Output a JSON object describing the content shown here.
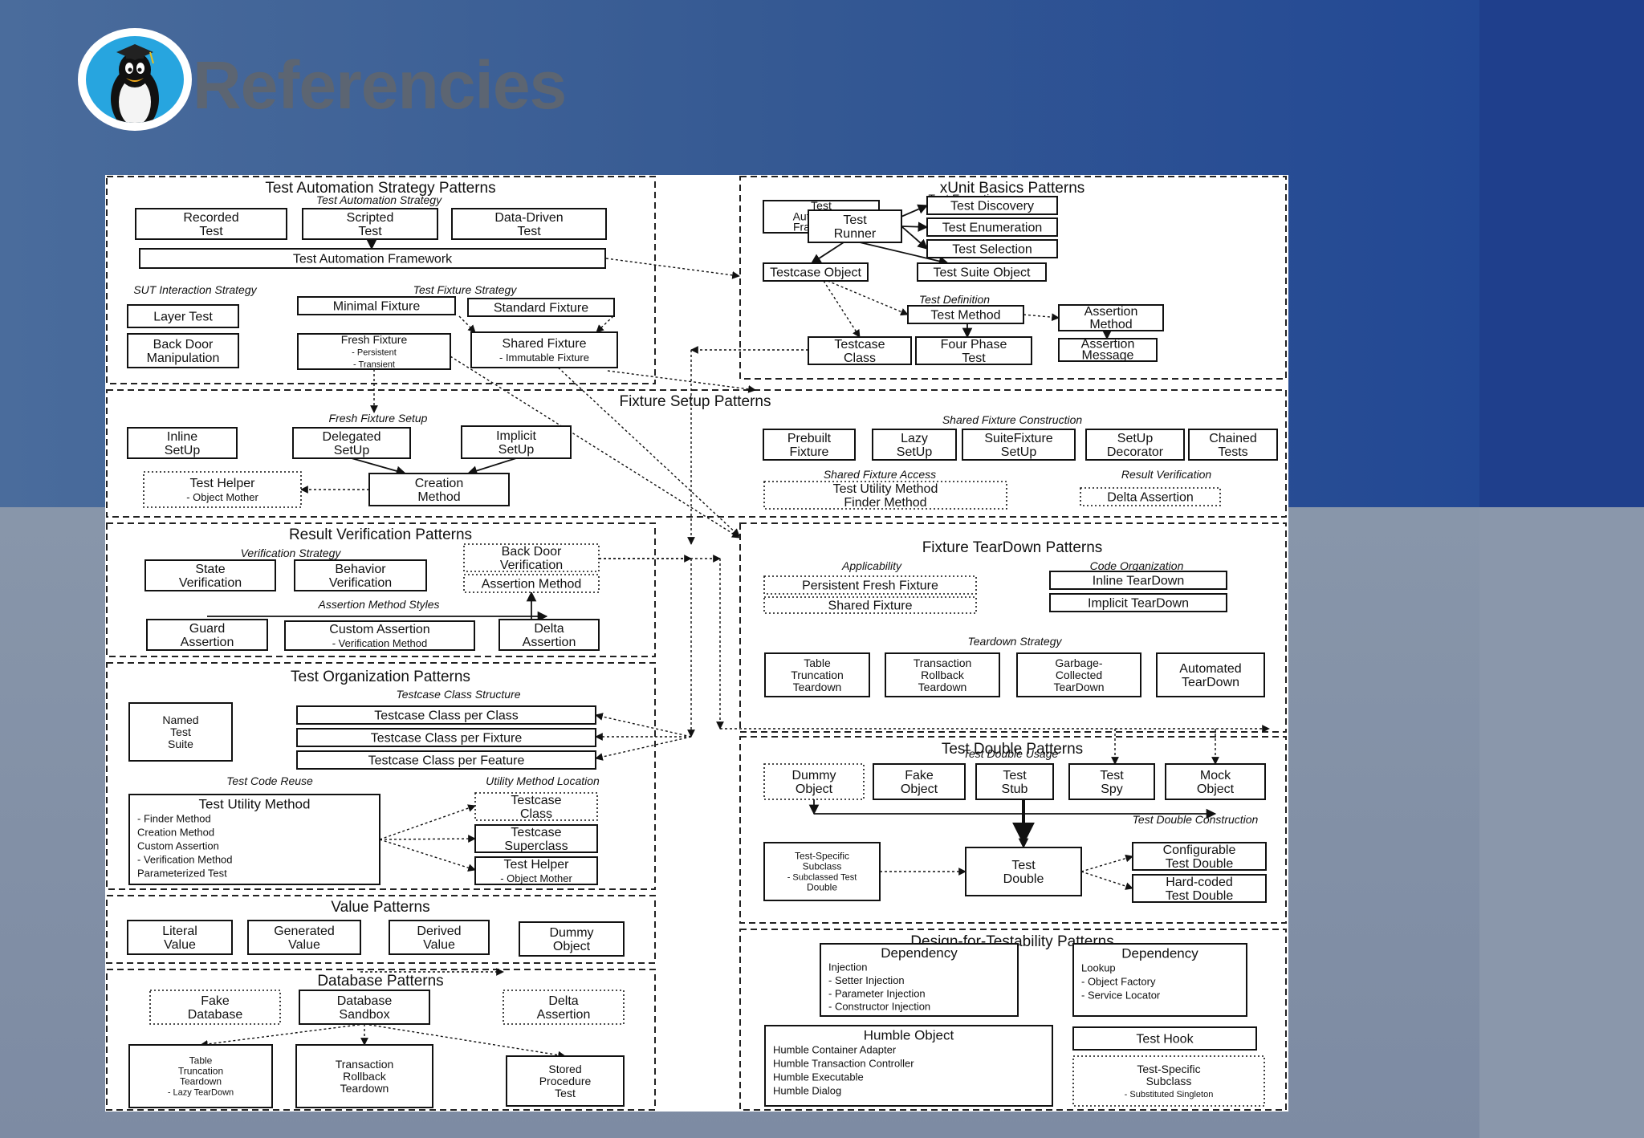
{
  "title": "Referencies",
  "logo": {
    "icon": "tux-penguin-icon"
  },
  "diagram": {
    "sections": [
      {
        "id": "tas",
        "title": "Test Automation Strategy Patterns"
      },
      {
        "id": "xub",
        "title": "xUnit Basics Patterns"
      },
      {
        "id": "fsp",
        "title": "Fixture Setup Patterns"
      },
      {
        "id": "rvp",
        "title": "Result Verification Patterns"
      },
      {
        "id": "ftd",
        "title": "Fixture TearDown Patterns"
      },
      {
        "id": "top",
        "title": "Test Organization Patterns"
      },
      {
        "id": "tdp",
        "title": "Test Double Patterns"
      },
      {
        "id": "vp",
        "title": "Value Patterns"
      },
      {
        "id": "dfp",
        "title": "Design-for-Testability Patterns"
      },
      {
        "id": "dbp",
        "title": "Database Patterns"
      }
    ],
    "subheadings": [
      "Test Automation Strategy",
      "SUT Interaction Strategy",
      "Test Fixture Strategy",
      "Test Execution",
      "Test Definition",
      "Fresh Fixture Setup",
      "Shared Fixture Construction",
      "Shared Fixture Access",
      "Result Verification",
      "Verification Strategy",
      "Assertion Method Styles",
      "Applicability",
      "Code Organization",
      "Teardown Strategy",
      "Testcase Class Structure",
      "Test Code Reuse",
      "Utility Method Location",
      "Test Double Usage",
      "Test Double Construction"
    ],
    "boxes": [
      {
        "lines": [
          "Recorded",
          "Test"
        ]
      },
      {
        "lines": [
          "Scripted",
          "Test"
        ]
      },
      {
        "lines": [
          "Data-Driven",
          "Test"
        ]
      },
      {
        "lines": [
          "Test Automation Framework"
        ]
      },
      {
        "lines": [
          "Layer Test"
        ]
      },
      {
        "lines": [
          "Back Door",
          "Manipulation"
        ]
      },
      {
        "lines": [
          "Minimal Fixture"
        ]
      },
      {
        "lines": [
          "Standard Fixture"
        ]
      },
      {
        "lines": [
          "Fresh Fixture",
          "- Persistent",
          "- Transient"
        ]
      },
      {
        "lines": [
          "Shared Fixture",
          "- Immutable Fixture"
        ]
      },
      {
        "lines": [
          "Test",
          "Automation",
          "Framework"
        ]
      },
      {
        "lines": [
          "Test",
          "Runner"
        ]
      },
      {
        "lines": [
          "Test Discovery"
        ]
      },
      {
        "lines": [
          "Test Enumeration"
        ]
      },
      {
        "lines": [
          "Test Selection"
        ]
      },
      {
        "lines": [
          "Testcase Object"
        ]
      },
      {
        "lines": [
          "Test Suite Object"
        ]
      },
      {
        "lines": [
          "Test Method"
        ]
      },
      {
        "lines": [
          "Assertion",
          "Method"
        ]
      },
      {
        "lines": [
          "Testcase",
          "Class"
        ]
      },
      {
        "lines": [
          "Four Phase",
          "Test"
        ]
      },
      {
        "lines": [
          "Assertion",
          "Message"
        ]
      },
      {
        "lines": [
          "Inline",
          "SetUp"
        ]
      },
      {
        "lines": [
          "Delegated",
          "SetUp"
        ]
      },
      {
        "lines": [
          "Implicit",
          "SetUp"
        ]
      },
      {
        "lines": [
          "Test Helper",
          "- Object Mother"
        ]
      },
      {
        "lines": [
          "Creation",
          "Method"
        ]
      },
      {
        "lines": [
          "Prebuilt",
          "Fixture"
        ]
      },
      {
        "lines": [
          "Lazy",
          "SetUp"
        ]
      },
      {
        "lines": [
          "SuiteFixture",
          "SetUp"
        ]
      },
      {
        "lines": [
          "SetUp",
          "Decorator"
        ]
      },
      {
        "lines": [
          "Chained",
          "Tests"
        ]
      },
      {
        "lines": [
          "Test Utility Method",
          "Finder Method"
        ]
      },
      {
        "lines": [
          "Delta Assertion"
        ]
      },
      {
        "lines": [
          "State",
          "Verification"
        ]
      },
      {
        "lines": [
          "Behavior",
          "Verification"
        ]
      },
      {
        "lines": [
          "Back Door",
          "Verification"
        ]
      },
      {
        "lines": [
          "Assertion Method"
        ]
      },
      {
        "lines": [
          "Guard",
          "Assertion"
        ]
      },
      {
        "lines": [
          "Custom Assertion",
          "- Verification Method"
        ]
      },
      {
        "lines": [
          "Delta",
          "Assertion"
        ]
      },
      {
        "lines": [
          "Persistent Fresh Fixture"
        ]
      },
      {
        "lines": [
          "Shared Fixture"
        ]
      },
      {
        "lines": [
          "Inline TearDown"
        ]
      },
      {
        "lines": [
          "Implicit TearDown"
        ]
      },
      {
        "lines": [
          "Table",
          "Truncation",
          "Teardown"
        ]
      },
      {
        "lines": [
          "Transaction",
          "Rollback",
          "Teardown"
        ]
      },
      {
        "lines": [
          "Garbage-",
          "Collected",
          "TearDown"
        ]
      },
      {
        "lines": [
          "Automated",
          "TearDown"
        ]
      },
      {
        "lines": [
          "Named",
          "Test",
          "Suite"
        ]
      },
      {
        "lines": [
          "Testcase Class per Class"
        ]
      },
      {
        "lines": [
          "Testcase Class per Fixture"
        ]
      },
      {
        "lines": [
          "Testcase Class per Feature"
        ]
      },
      {
        "lines": [
          "Test Utility Method",
          "- Finder Method",
          "Creation Method",
          "Custom Assertion",
          "- Verification Method",
          "Parameterized Test"
        ]
      },
      {
        "lines": [
          "Testcase",
          "Class"
        ]
      },
      {
        "lines": [
          "Testcase",
          "Superclass"
        ]
      },
      {
        "lines": [
          "Test Helper",
          "- Object Mother"
        ]
      },
      {
        "lines": [
          "Dummy",
          "Object"
        ]
      },
      {
        "lines": [
          "Fake",
          "Object"
        ]
      },
      {
        "lines": [
          "Test",
          "Stub"
        ]
      },
      {
        "lines": [
          "Test",
          "Spy"
        ]
      },
      {
        "lines": [
          "Mock",
          "Object"
        ]
      },
      {
        "lines": [
          "Test-Specific",
          "Subclass",
          "- Subclassed Test",
          "Double"
        ]
      },
      {
        "lines": [
          "Test",
          "Double"
        ]
      },
      {
        "lines": [
          "Configurable",
          "Test Double"
        ]
      },
      {
        "lines": [
          "Hard-coded",
          "Test Double"
        ]
      },
      {
        "lines": [
          "Literal",
          "Value"
        ]
      },
      {
        "lines": [
          "Generated",
          "Value"
        ]
      },
      {
        "lines": [
          "Derived",
          "Value"
        ]
      },
      {
        "lines": [
          "Dummy",
          "Object"
        ]
      },
      {
        "lines": [
          "Dependency",
          "Injection",
          "- Setter Injection",
          "- Parameter Injection",
          "- Constructor Injection"
        ]
      },
      {
        "lines": [
          "Dependency",
          "Lookup",
          "- Object Factory",
          "- Service Locator"
        ]
      },
      {
        "lines": [
          "Humble Object",
          "Humble Container Adapter",
          "Humble Transaction Controller",
          "Humble Executable",
          "Humble Dialog"
        ]
      },
      {
        "lines": [
          "Test Hook"
        ]
      },
      {
        "lines": [
          "Test-Specific",
          "Subclass",
          "- Substituted Singleton"
        ]
      },
      {
        "lines": [
          "Fake",
          "Database"
        ]
      },
      {
        "lines": [
          "Database",
          "Sandbox"
        ]
      },
      {
        "lines": [
          "Delta",
          "Assertion"
        ]
      },
      {
        "lines": [
          "Table",
          "Truncation",
          "Teardown",
          "- Lazy TearDown"
        ]
      },
      {
        "lines": [
          "Transaction",
          "Rollback",
          "Teardown"
        ]
      },
      {
        "lines": [
          "Stored",
          "Procedure",
          "Test"
        ]
      }
    ]
  }
}
